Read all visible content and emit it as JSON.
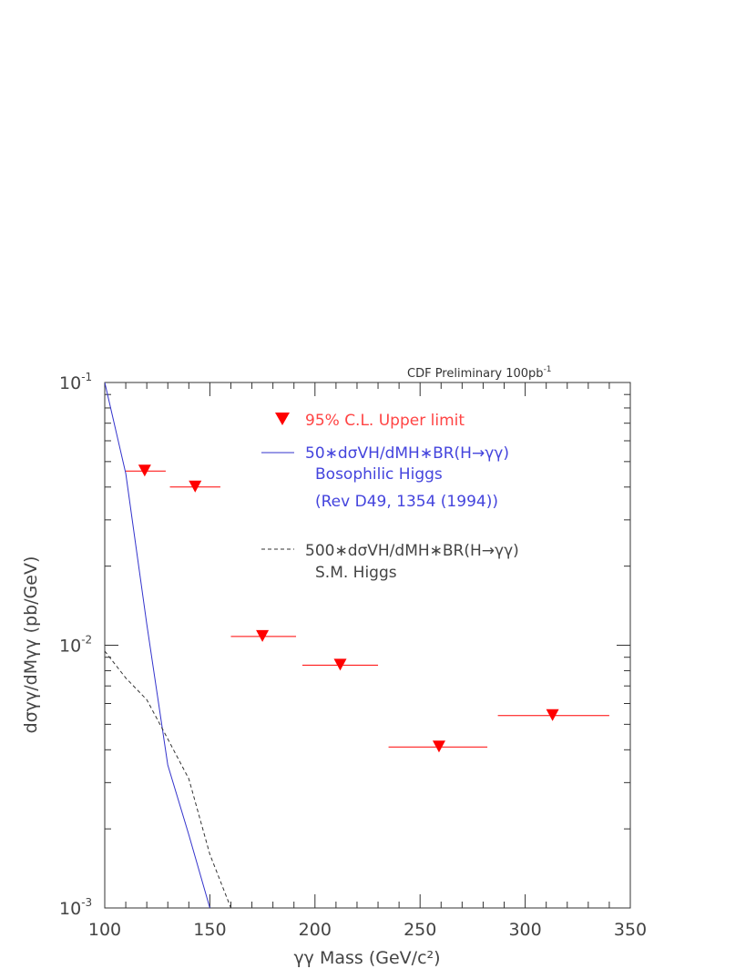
{
  "chart_data": {
    "type": "scatter",
    "header": "CDF Preliminary 100pb",
    "header_superscript": "-1",
    "xlabel": "γγ Mass (GeV/c²)",
    "ylabel": "dσγγ/dMγγ (pb/GeV)",
    "xlim": [
      100,
      350
    ],
    "ylim": [
      0.001,
      0.1
    ],
    "yscale": "log",
    "x_ticks": [
      "100",
      "150",
      "200",
      "250",
      "300",
      "350"
    ],
    "y_ticks": [
      {
        "value": 0.1,
        "base": "10",
        "exp": "-1"
      },
      {
        "value": 0.01,
        "base": "10",
        "exp": "-2"
      },
      {
        "value": 0.001,
        "base": "10",
        "exp": "-3"
      }
    ],
    "limits": {
      "name": "95% C.L. Upper limit",
      "color": "#ff0000",
      "points": [
        {
          "x": 119,
          "xmin": 110,
          "xmax": 129,
          "y": 0.046
        },
        {
          "x": 143,
          "xmin": 131,
          "xmax": 155,
          "y": 0.04
        },
        {
          "x": 175,
          "xmin": 160,
          "xmax": 191,
          "y": 0.0108
        },
        {
          "x": 212,
          "xmin": 194,
          "xmax": 230,
          "y": 0.0084
        },
        {
          "x": 259,
          "xmin": 235,
          "xmax": 282,
          "y": 0.0041
        },
        {
          "x": 313,
          "xmin": 287,
          "xmax": 340,
          "y": 0.0054
        }
      ]
    },
    "series": [
      {
        "name": "50∗dσVH/dMH∗BR(H→γγ)",
        "sublabels": [
          "Bosophilic Higgs",
          "(Rev D49, 1354 (1994))"
        ],
        "color": "#3333cc",
        "style": "solid",
        "x": [
          100,
          110,
          120,
          130,
          140,
          150
        ],
        "y": [
          0.1,
          0.045,
          0.012,
          0.0035,
          0.0019,
          0.001
        ]
      },
      {
        "name": "500∗dσVH/dMH∗BR(H→γγ)",
        "sublabels": [
          "S.M. Higgs"
        ],
        "color": "#333333",
        "style": "dashed",
        "x": [
          100,
          110,
          120,
          130,
          140,
          150,
          160
        ],
        "y": [
          0.0095,
          0.0075,
          0.0062,
          0.0044,
          0.0031,
          0.0016,
          0.001
        ]
      }
    ]
  }
}
